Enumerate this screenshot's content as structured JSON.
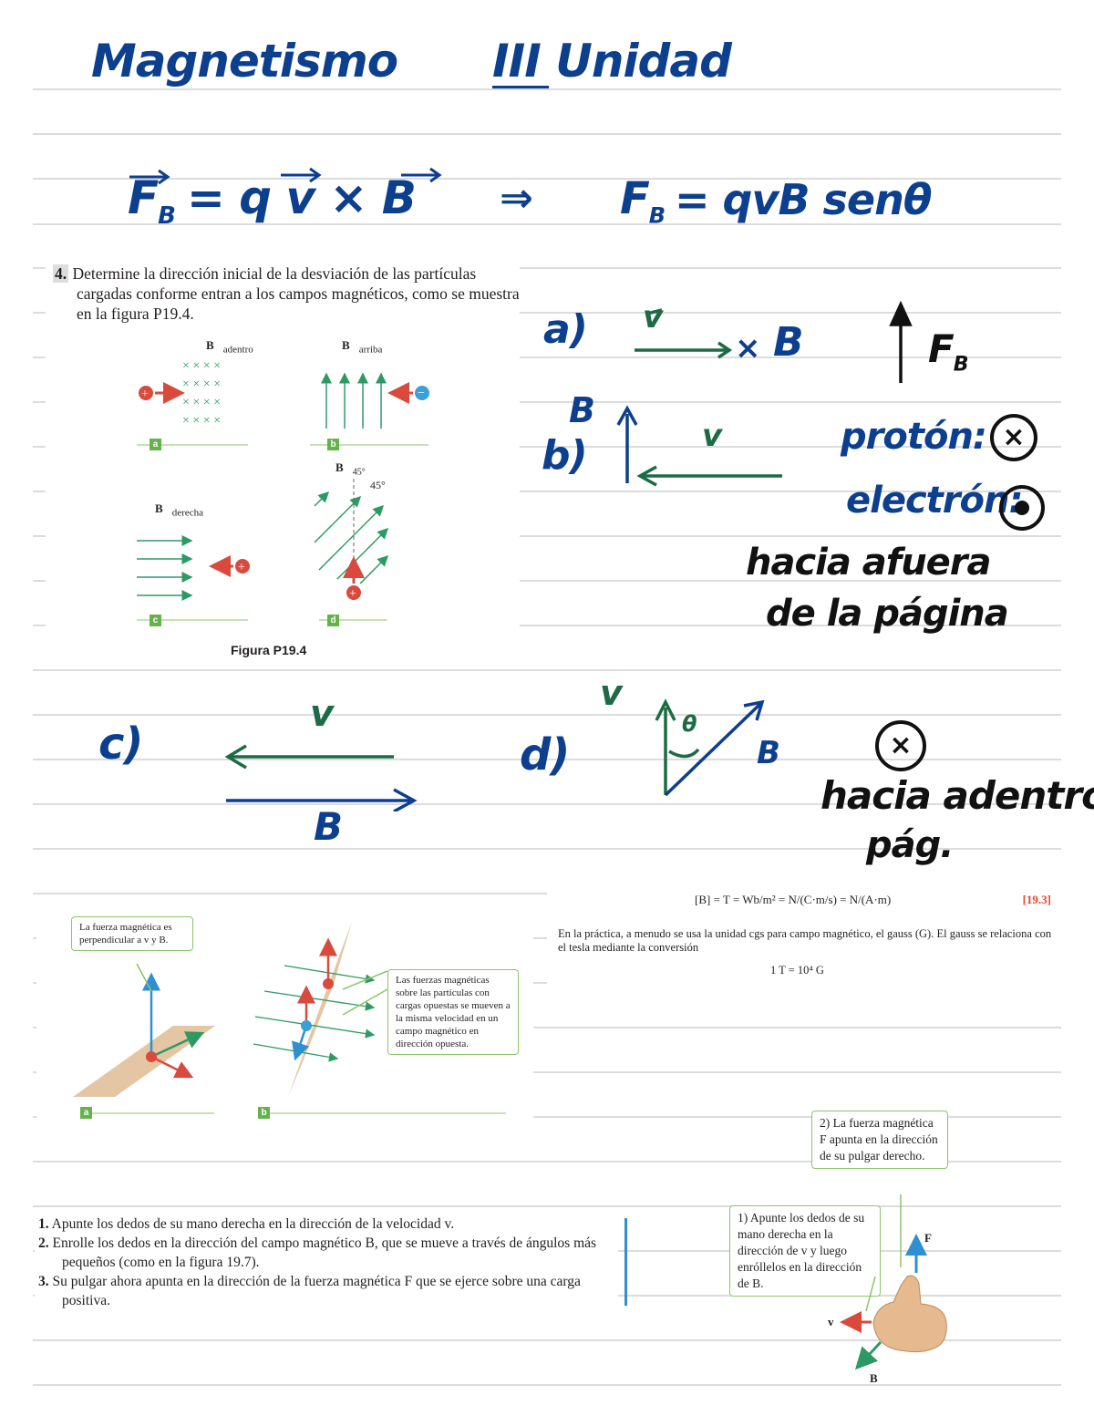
{
  "handwritten": {
    "title": "Magnetismo",
    "unit": "III Unidad",
    "formula_vector_lhs": "F",
    "formula_vector_sub": "B",
    "formula_vector_rhs": "= q v × B",
    "formula_arrow": "⇒",
    "formula_scalar": "F",
    "formula_scalar_sub": "B",
    "formula_scalar_rhs": "= qvB senθ",
    "part_a": "a)",
    "part_b": "b)",
    "part_c": "c)",
    "part_d": "d)",
    "v": "v",
    "B": "B",
    "x_cross": "×",
    "FB": "F",
    "FB_sub": "B",
    "proton_label": "protón:",
    "electron_label": "electrón:",
    "out_page_line1": "hacia afuera",
    "out_page_line2": "de la página",
    "theta": "θ",
    "in_page_line1": "hacia adentro",
    "in_page_line2": "pág."
  },
  "problem": {
    "number": "4.",
    "text": "Determine la dirección inicial de la desviación de las partículas cargadas conforme entran a los campos magnéticos, como se muestra en la figura P19.4.",
    "fig_b_adentro": "adentro",
    "fig_b_arriba": "arriba",
    "fig_b_derecha": "derecha",
    "fig_b_45": "45°",
    "fig_angle": "45°",
    "tag_a": "a",
    "tag_b": "b",
    "tag_c": "c",
    "tag_d": "d",
    "caption": "Figura P19.4"
  },
  "force_figure": {
    "callout_a": "La fuerza magnética es perpendicular a v y B.",
    "callout_b": "Las fuerzas magnéticas sobre las partículas con cargas opuestas se mueven a la misma velocidad en un campo magnético en dirección opuesta.",
    "tag_a": "a",
    "tag_b": "b"
  },
  "units": {
    "equation": "[B] = T = Wb/m² = N/(C·m/s) = N/(A·m)",
    "eq_number": "[19.3]",
    "paragraph": "En la práctica, a menudo se usa la unidad cgs para campo magnético, el gauss (G). El gauss se relaciona con el tesla mediante la conversión",
    "conversion": "1 T = 10⁴ G"
  },
  "rule_steps": [
    {
      "n": "1.",
      "text": "Apunte los dedos de su mano derecha en la dirección de la velocidad v."
    },
    {
      "n": "2.",
      "text": "Enrolle los dedos en la dirección del campo magnético B, que se mueve a través de ángulos más pequeños (como en la figura 19.7)."
    },
    {
      "n": "3.",
      "text": "Su pulgar ahora apunta en la dirección de la fuerza magnética F que se ejerce sobre una carga positiva."
    }
  ],
  "hand_figure": {
    "callout_1": "1) Apunte los dedos de su mano derecha en la dirección de v y luego enróllelos en la dirección de B.",
    "callout_2": "2) La fuerza magnética F apunta en la dirección de su pulgar derecho.",
    "label_F": "F",
    "label_v": "v",
    "label_B": "B"
  },
  "colors": {
    "ink_blue": "#0d3f8f",
    "ink_green": "#1d6b45",
    "field_green": "#2e9a63",
    "charge_red": "#d94a3d",
    "eq_number_red": "#e8462f"
  }
}
